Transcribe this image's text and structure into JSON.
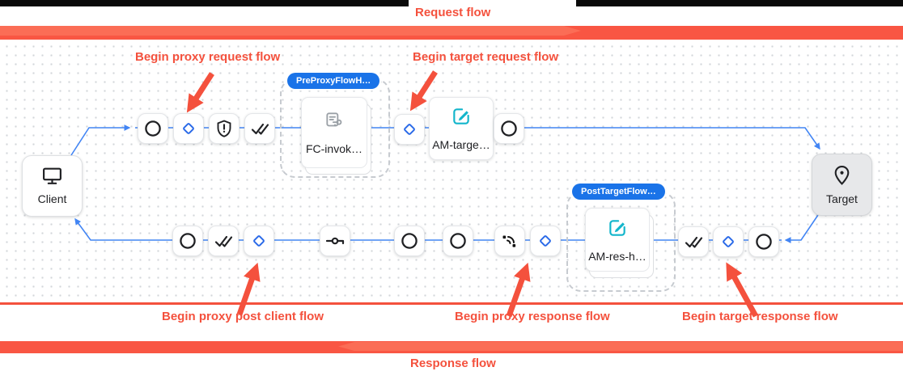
{
  "colors": {
    "annotation_red": "#f4513d",
    "band_red": "#f95643",
    "badge_blue": "#1a73e8",
    "connector_blue": "#4285f4",
    "edit_icon_teal": "#12b5cb",
    "node_glyph_black": "#202124"
  },
  "flows": {
    "request": "Request flow",
    "response": "Response flow"
  },
  "annotations": {
    "proxy_request": "Begin proxy request flow",
    "target_request": "Begin target request flow",
    "proxy_post_client": "Begin proxy post client flow",
    "proxy_response": "Begin proxy response flow",
    "target_response": "Begin target response flow"
  },
  "diagram": {
    "client": "Client",
    "target": "Target",
    "pre_proxy_group": {
      "badge": "PreProxyFlowH…",
      "node": "FC-invok…"
    },
    "am_target_node": "AM-targe…",
    "post_target_group": {
      "badge": "PostTargetFlow…",
      "node": "AM-res-h…"
    },
    "request_step_icons": [
      "circle-icon",
      "diamond-icon",
      "shield-icon",
      "double-check-icon",
      "diamond-icon",
      "circle-icon"
    ],
    "response_step_icons": [
      "circle-icon",
      "double-check-icon",
      "diamond-icon",
      "key-icon",
      "circle-icon",
      "circle-icon",
      "signal-icon",
      "diamond-icon",
      "double-check-icon",
      "diamond-icon",
      "circle-icon"
    ]
  }
}
